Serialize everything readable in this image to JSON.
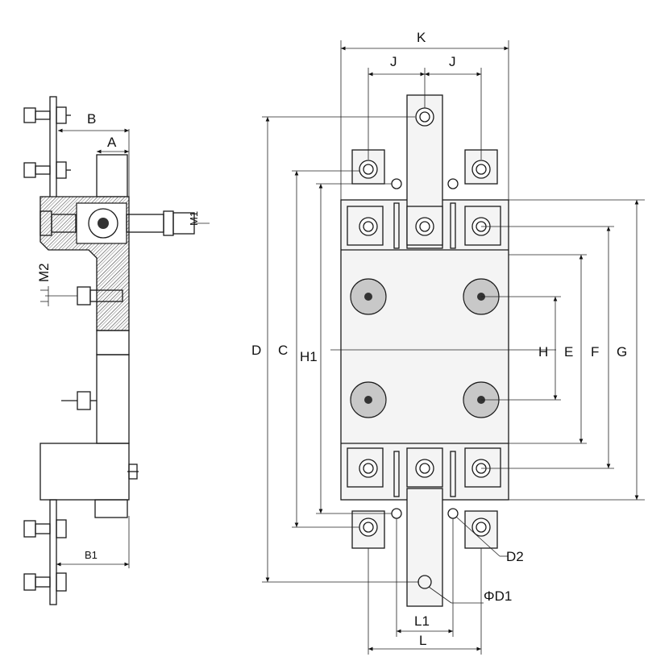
{
  "labels": {
    "K": "K",
    "J": "J",
    "B": "B",
    "A": "A",
    "M1": "M1",
    "M2": "M2",
    "B1": "B1",
    "D": "D",
    "C": "C",
    "H1": "H1",
    "H": "H",
    "E": "E",
    "F": "F",
    "G": "G",
    "D2": "D2",
    "D1": "ΦD1",
    "L1": "L1",
    "L": "L"
  },
  "colors": {
    "line": "#1a1a1a",
    "boss_fill": "#c8c8c8",
    "hatch": "#444444"
  }
}
